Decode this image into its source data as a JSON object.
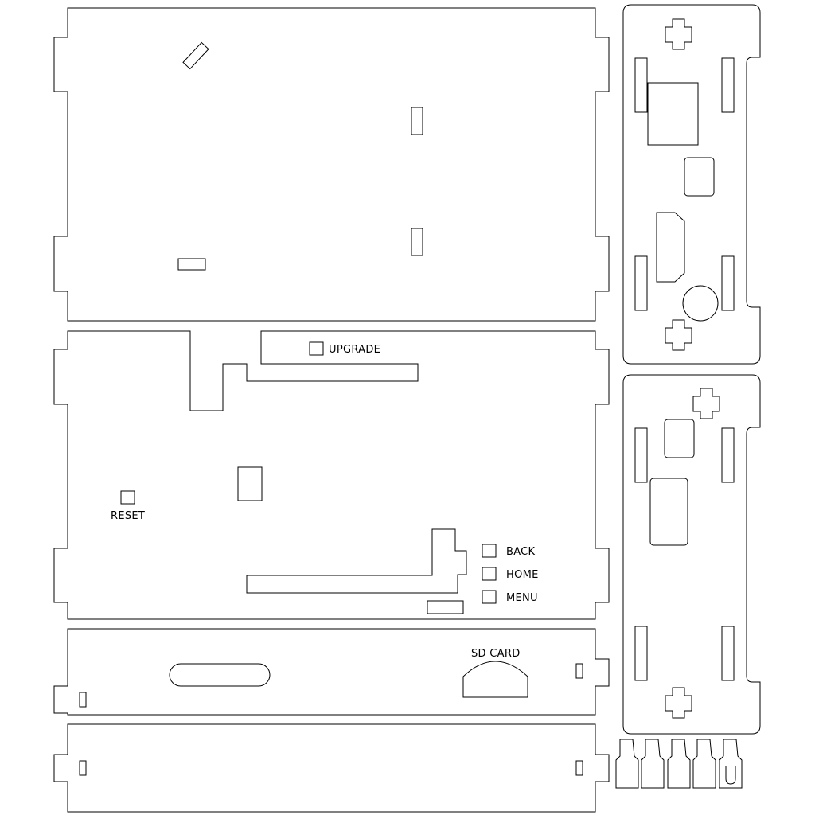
{
  "labels": {
    "upgrade": "UPGRADE",
    "reset": "RESET",
    "back": "BACK",
    "home": "HOME",
    "menu": "MENU",
    "sd_card": "SD CARD"
  },
  "colors": {
    "background": "#ffffff",
    "line": "#000000"
  }
}
